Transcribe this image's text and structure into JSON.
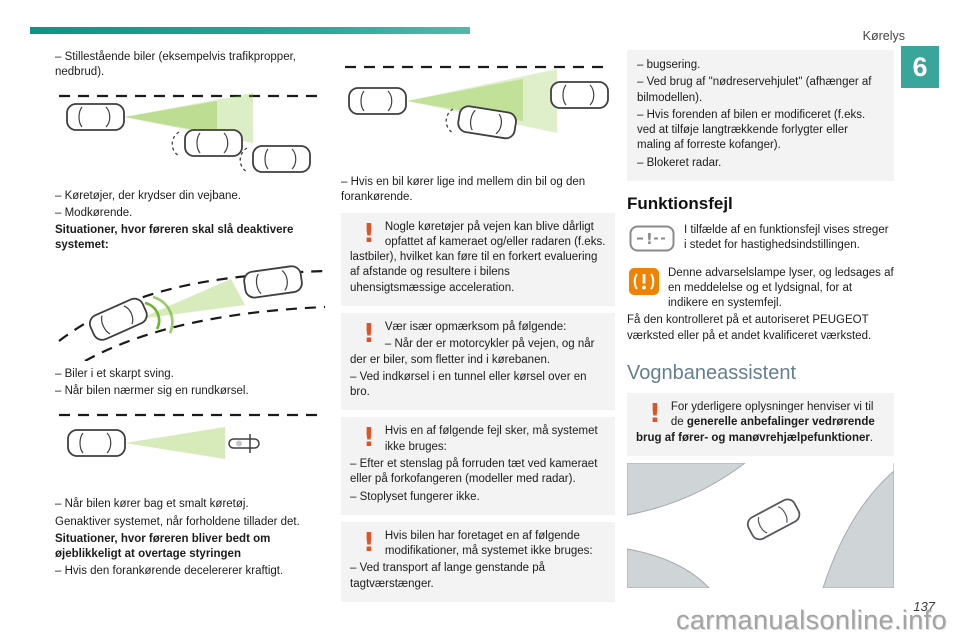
{
  "colors": {
    "accent_teal": "#2fa39a",
    "warning_orange": "#dd5426",
    "beam_green": "#8cc63f",
    "section_heading_blue_gray": "#64808e"
  },
  "icons": {
    "warning_exclamation": "!"
  },
  "page": {
    "header_chapter": "Kørelys",
    "chapter_number": "6",
    "page_number": "137",
    "watermark": "carmanualsonline.info"
  },
  "col1": {
    "para1": "– Stillestående biler (eksempelvis trafikpropper, nedbrud).",
    "list1": [
      "– Køretøjer, der krydser din vejbane.",
      "– Modkørende."
    ],
    "heading_bold1": "Situationer, hvor føreren skal slå deaktivere systemet:",
    "list2": [
      "– Biler i et skarpt sving.",
      "– Når bilen nærmer sig en rundkørsel."
    ],
    "para2": "– Når bilen kører bag et smalt køretøj.",
    "para3": "Genaktiver systemet, når forholdene tillader det.",
    "heading_bold2": "Situationer, hvor føreren bliver bedt om øjeblikkeligt at overtage styringen",
    "para4": "– Hvis den forankørende decelererer kraftigt."
  },
  "col2": {
    "para1": "– Hvis en bil kører lige ind mellem din bil og den forankørende.",
    "warn1": "Nogle køretøjer på vejen kan blive dårligt opfattet af kameraet og/eller radaren (f.eks. lastbiler), hvilket kan føre til en forkert evaluering af afstande og resultere i bilens uhensigtsmæssige acceleration.",
    "warn2_intro": "Vær især opmærksom på følgende:",
    "warn2_items": [
      "– Når der er motorcykler på vejen, og når der er biler, som fletter ind i kørebanen.",
      "– Ved indkørsel i en tunnel eller kørsel over en bro."
    ],
    "warn3_intro": "Hvis en af følgende fejl sker, må systemet ikke bruges:",
    "warn3_items": [
      "– Efter et stenslag på forruden tæt ved kameraet eller på forkofangeren (modeller med radar).",
      "– Stoplyset fungerer ikke."
    ],
    "warn4_intro": "Hvis bilen har foretaget en af følgende modifikationer, må systemet ikke bruges:",
    "warn4_items": [
      "– Ved transport af lange genstande på tagtværstænger."
    ]
  },
  "col3": {
    "graybox_items": [
      "– bugsering.",
      "– Ved brug af \"nødreservehjulet\" (afhænger af bilmodellen).",
      "– Hvis forenden af bilen er modificeret (f.eks. ved at tilføje langtrækkende forlygter eller maling af forreste kofanger).",
      "– Blokeret radar."
    ],
    "heading_funktionsfejl": "Funktionsfejl",
    "info_display": "I tilfælde af en funktionsfejl vises streger i stedet for hastighedsindstillingen.",
    "info_lamp": "Denne advarselslampe lyser, og ledsages af en meddelelse og et lydsignal, for at indikere en systemfejl.",
    "para_workshop": "Få den kontrolleret på et autoriseret PEUGEOT værksted eller på et andet kvalificeret værksted.",
    "heading_vognbane": "Vognbaneassistent",
    "warn_final_pre": "For yderligere oplysninger henviser vi til de ",
    "warn_final_bold": "generelle anbefalinger vedrørende brug af fører- og manøvrehjælpefunktioner",
    "warn_final_post": "."
  }
}
